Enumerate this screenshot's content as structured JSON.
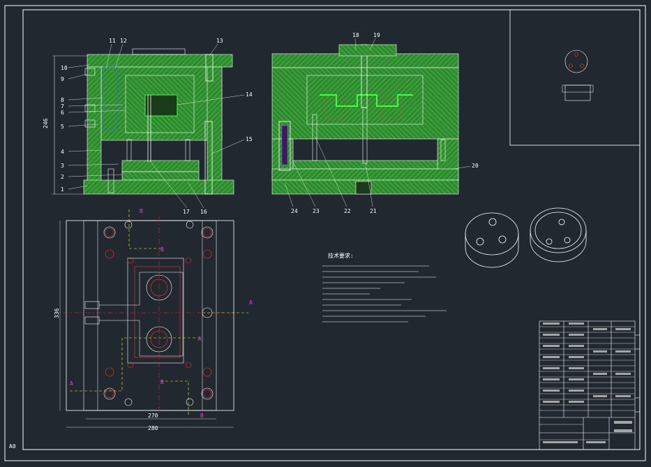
{
  "drawing": {
    "colors": {
      "background": "#212830",
      "plate_green": "#2e8b2e",
      "hatch_green": "#4cb84c",
      "outline_white": "#ffffff",
      "hidden_red": "#ff3030",
      "centerline_red": "#ff2020",
      "section_yellow": "#ffff00",
      "label_magenta": "#e040e0",
      "cooling_blue": "#4060ff",
      "cavity_bright": "#40ff40"
    },
    "part_numbers_left": [
      "10",
      "9",
      "8",
      "7",
      "6",
      "5",
      "4",
      "3",
      "2",
      "1"
    ],
    "part_numbers_top_left": [
      "11",
      "12",
      "13"
    ],
    "part_numbers_right_of_left": [
      "14",
      "15"
    ],
    "part_numbers_bottom_left": [
      "17",
      "16"
    ],
    "part_numbers_top_right": [
      "18",
      "19"
    ],
    "part_numbers_right": [
      "20"
    ],
    "part_numbers_bottom_right": [
      "24",
      "23",
      "22",
      "21"
    ],
    "dim_height_left": "246",
    "dim_height_plan": "336",
    "dim_width_plan_inner": "270",
    "dim_width_plan_outer": "280",
    "section_a": "A",
    "section_b": "B",
    "notes_title": "技术要求:",
    "sheet_mark": "A0"
  }
}
